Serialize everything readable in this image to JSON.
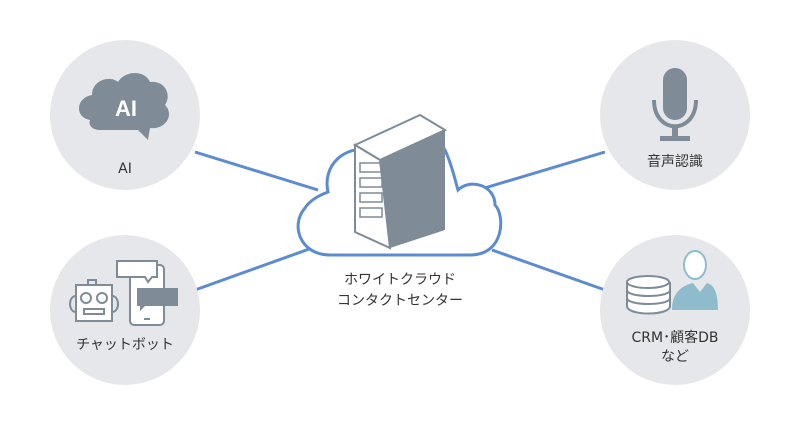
{
  "center": {
    "line1": "ホワイトクラウド",
    "line2": "コンタクトセンター"
  },
  "nodes": {
    "ai": {
      "label": "AI",
      "icon_text": "AI"
    },
    "chatbot": {
      "label": "チャットボット"
    },
    "voice": {
      "label": "音声認識"
    },
    "crm": {
      "line1": "CRM･顧客DB",
      "line2": "など"
    }
  },
  "colors": {
    "line": "#5b8bd0",
    "circle": "#e6e7ea",
    "icon": "#7f8c97",
    "person": "#8fbccc"
  }
}
